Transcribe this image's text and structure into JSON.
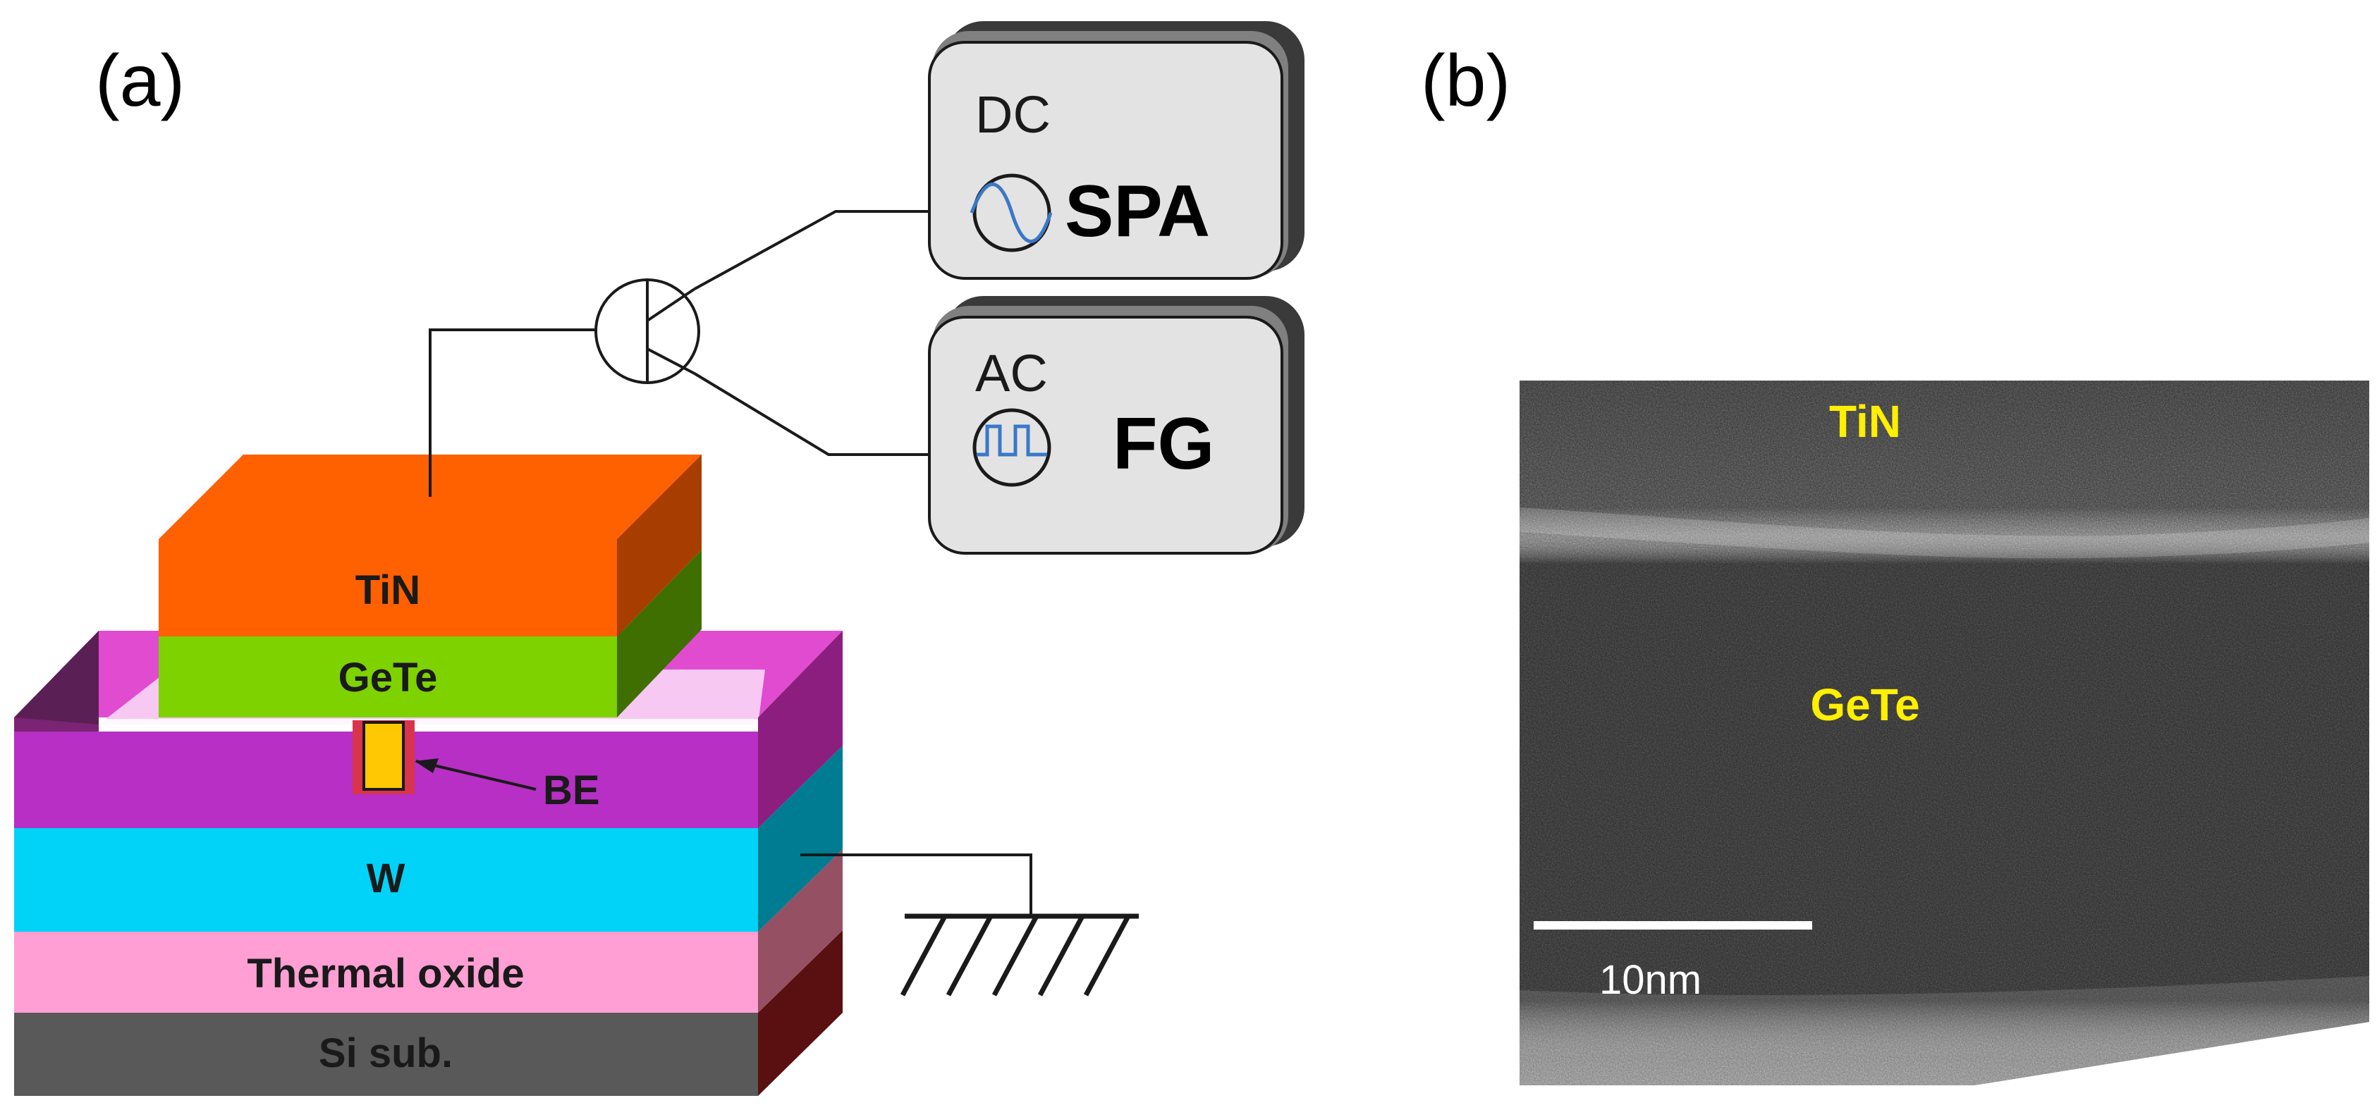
{
  "figure": {
    "panel_a": {
      "label": "(a)",
      "layers": {
        "tin": "TiN",
        "gete": "GeTe",
        "be": "BE",
        "w": "W",
        "thermal_oxide": "Thermal oxide",
        "si_sub": "Si sub."
      },
      "instruments": {
        "spa": {
          "sub_label": "DC",
          "name": "SPA",
          "waveform": "sine"
        },
        "fg": {
          "sub_label": "AC",
          "name": "FG",
          "waveform": "pulse"
        }
      },
      "colors": {
        "tin": "#ff6000",
        "gete": "#7ed200",
        "dielectric": "#b72fc4",
        "w": "#00d3f7",
        "thermal_oxide": "#ff9fd4",
        "si_sub": "#595959",
        "be": "#ffc800",
        "waveform": "#3a78c8"
      }
    },
    "panel_b": {
      "label": "(b)",
      "image_type": "TEM cross-section",
      "labels": {
        "top": "TiN",
        "middle": "GeTe"
      },
      "scale_bar": "10nm"
    }
  }
}
